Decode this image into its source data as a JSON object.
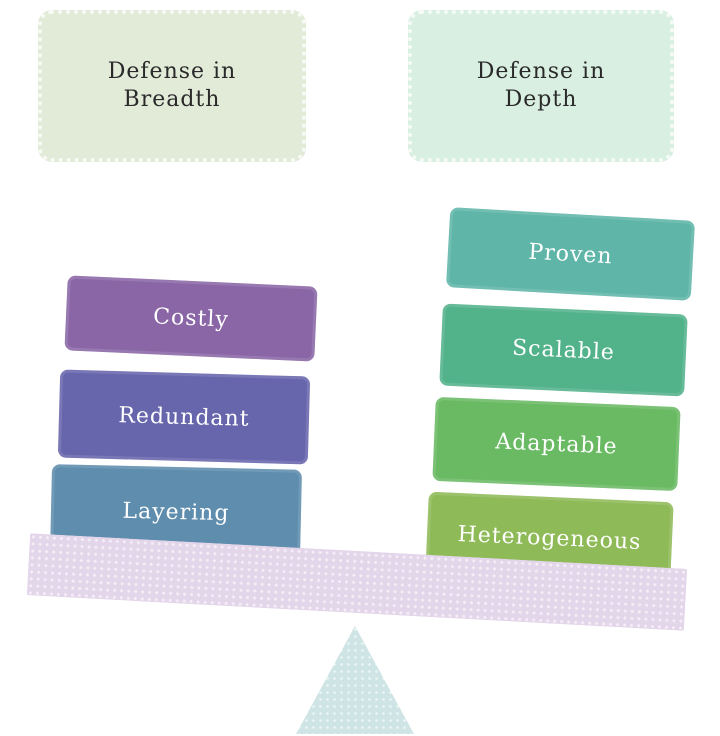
{
  "headers": {
    "left": "Defense in\nBreadth",
    "right": "Defense in\nDepth"
  },
  "left_stack": {
    "items": [
      {
        "label": "Costly",
        "color": "#8a66a6"
      },
      {
        "label": "Redundant",
        "color": "#6765ac"
      },
      {
        "label": "Layering",
        "color": "#5e8dad"
      }
    ]
  },
  "right_stack": {
    "items": [
      {
        "label": "Proven",
        "color": "#5fb6a8"
      },
      {
        "label": "Scalable",
        "color": "#52b28a"
      },
      {
        "label": "Adaptable",
        "color": "#6aba64"
      },
      {
        "label": "Heterogeneous",
        "color": "#8fba58"
      }
    ]
  },
  "colors": {
    "beam": "#e4d6ea",
    "fulcrum": "#cfe4e4"
  }
}
